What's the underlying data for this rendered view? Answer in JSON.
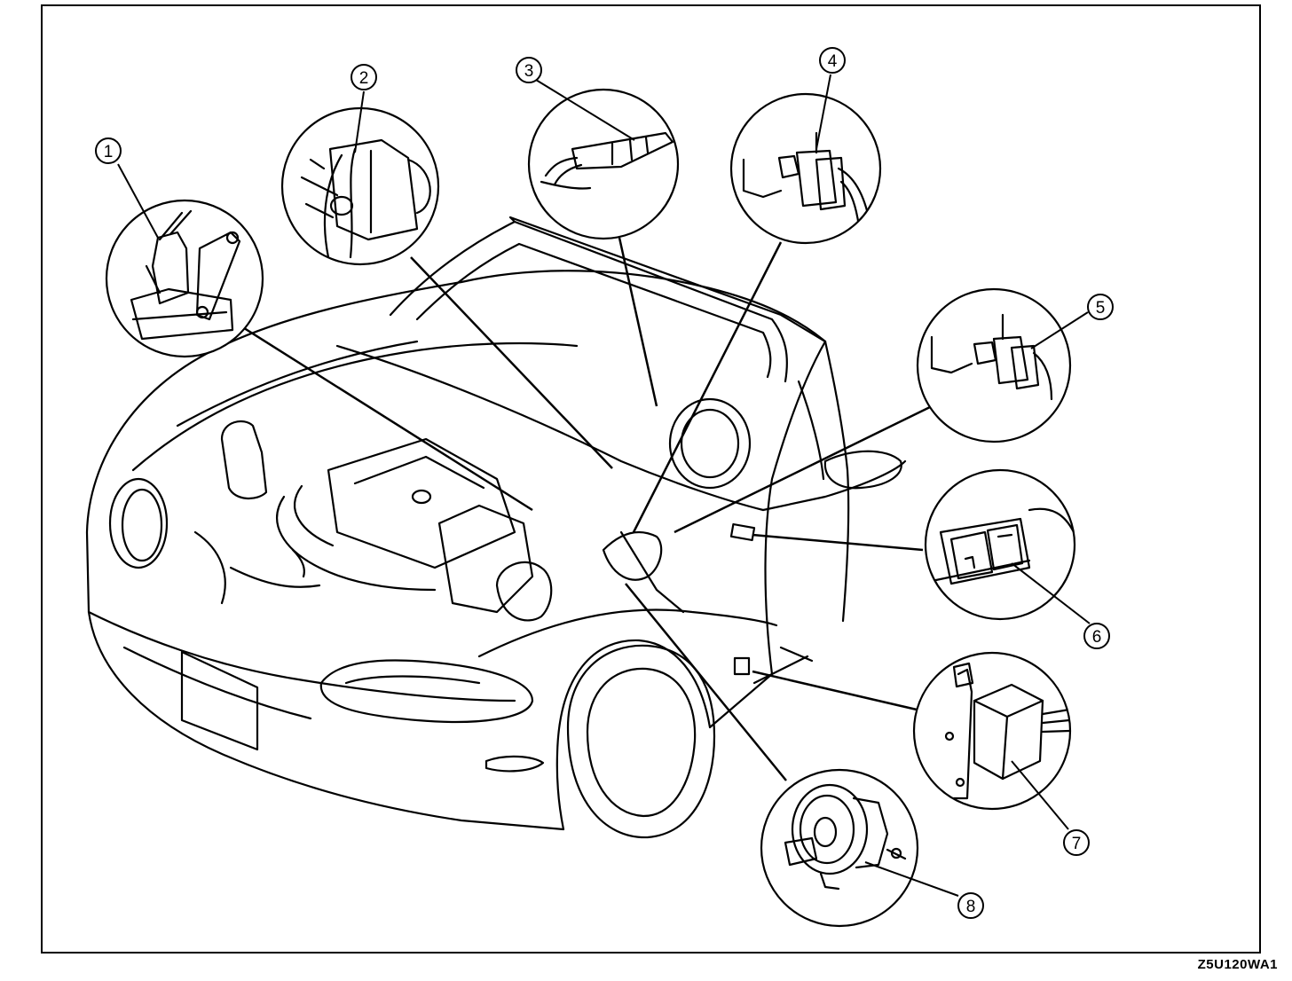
{
  "figure": {
    "code": "Z5U120WA1",
    "callouts": [
      {
        "num": "1"
      },
      {
        "num": "2"
      },
      {
        "num": "3"
      },
      {
        "num": "4"
      },
      {
        "num": "5"
      },
      {
        "num": "6"
      },
      {
        "num": "7"
      },
      {
        "num": "8"
      }
    ]
  },
  "colors": {
    "ink": "#000000",
    "paper": "#ffffff"
  }
}
